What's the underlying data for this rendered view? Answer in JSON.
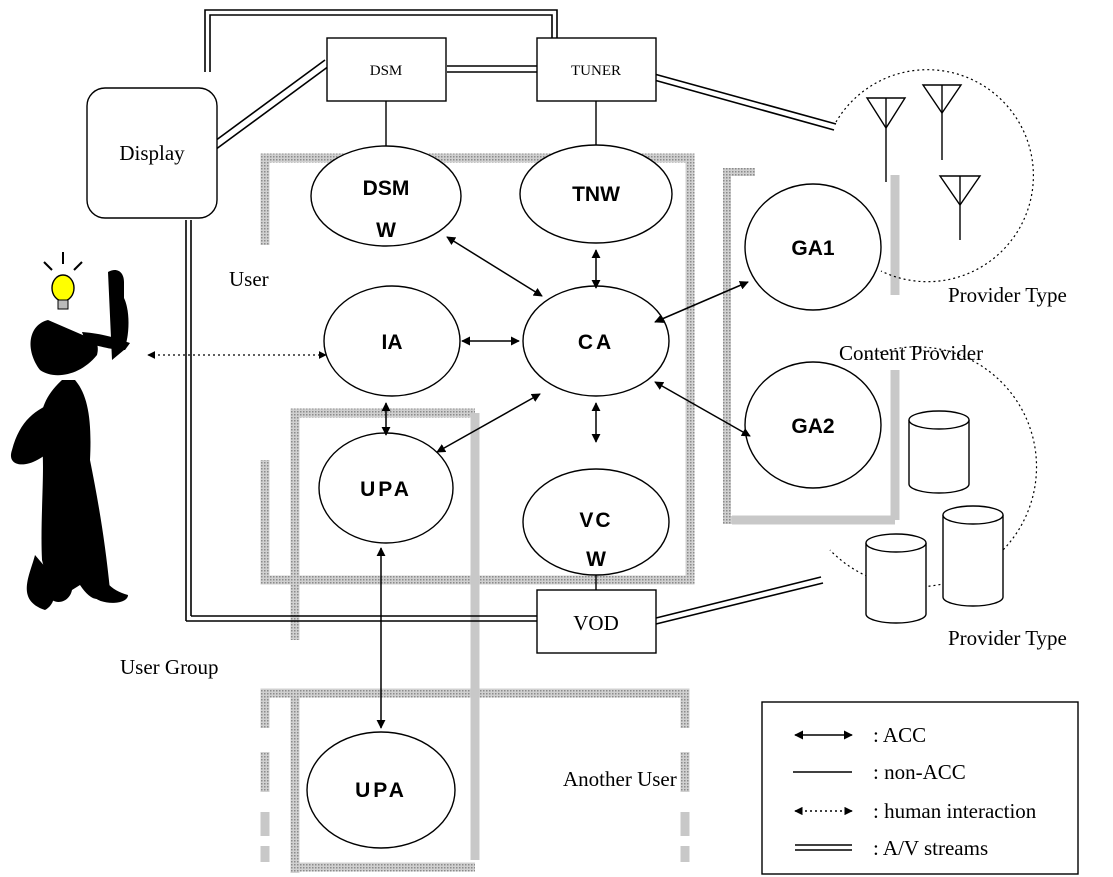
{
  "nodes": {
    "dsm_box": "DSM",
    "tuner_box": "TUNER",
    "display_box": "Display",
    "vod_box": "VOD",
    "dsmw": [
      "DSM",
      "W"
    ],
    "tnw": "TNW",
    "ia": "IA",
    "ca": "CA",
    "upa": "UPA",
    "vcw": [
      "VC",
      "W"
    ],
    "ga1": "GA1",
    "ga2": "GA2",
    "upa2": "UPA"
  },
  "regions": {
    "user": "User",
    "user_group": "User Group",
    "content_provider": "Content Provider",
    "provider_type_1": "Provider Type",
    "provider_type_2": "Provider Type",
    "another_user": "Another User"
  },
  "legend": {
    "acc": ": ACC",
    "non_acc": ": non-ACC",
    "human": ": human interaction",
    "av": ": A/V streams"
  },
  "icons": {
    "person": "person-with-idea-icon",
    "lightbulb": "lightbulb-icon",
    "antenna": "antenna-icon",
    "database": "database-cylinder-icon"
  },
  "colors": {
    "line": "#000000",
    "dotted_region": "#b8b8b8",
    "grey_bar": "#c8c8c8",
    "bulb": "#ffff00"
  }
}
